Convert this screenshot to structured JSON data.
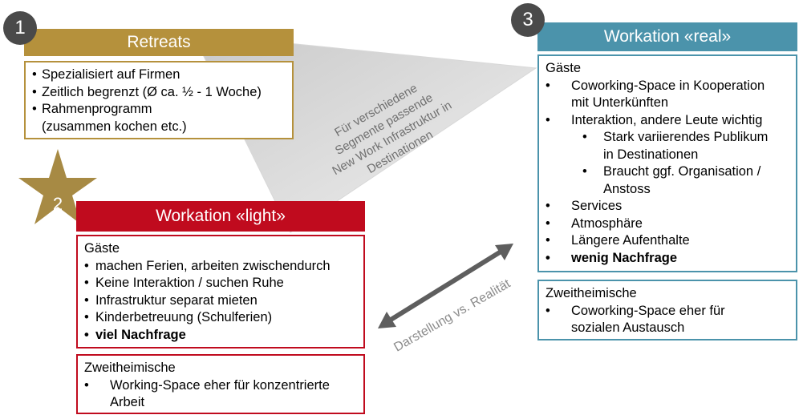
{
  "diagonal_text": [
    "Für verschiedene",
    "Segmente passende",
    "New Work Infrastruktur in",
    "Destinationen"
  ],
  "arrow_label": "Darstellung vs. Realität",
  "colors": {
    "gold": "#b5913c",
    "red": "#c00b1e",
    "teal": "#4b93ab",
    "badge": "#4a4a4a"
  },
  "retreats": {
    "badge": "1",
    "title": "Retreats",
    "items": [
      "Spezialisiert auf Firmen",
      "Zeitlich begrenzt (Ø ca. ½ - 1 Woche)",
      "Rahmenprogramm",
      "(zusammen kochen etc.)"
    ]
  },
  "light": {
    "badge": "2",
    "title": "Workation «light»",
    "guests_title": "Gäste",
    "guests": [
      "machen Ferien, arbeiten zwischendurch",
      "Keine Interaktion / suchen Ruhe",
      "Infrastruktur separat mieten",
      "Kinderbetreuung (Schulferien)",
      "viel Nachfrage"
    ],
    "second_title": "Zweitheimische",
    "second": [
      "Working-Space eher für konzentrierte",
      "Arbeit"
    ]
  },
  "real": {
    "badge": "3",
    "title": "Workation «real»",
    "guests_title": "Gäste",
    "guests": [
      "Coworking-Space in Kooperation",
      "mit Unterkünften",
      "Interaktion, andere Leute wichtig",
      "Stark variierendes Publikum",
      "in Destinationen",
      "Braucht ggf. Organisation /",
      "Anstoss",
      "Services",
      "Atmosphäre",
      "Längere Aufenthalte",
      "wenig Nachfrage"
    ],
    "second_title": "Zweitheimische",
    "second": [
      "Coworking-Space eher für",
      "sozialen Austausch"
    ]
  }
}
